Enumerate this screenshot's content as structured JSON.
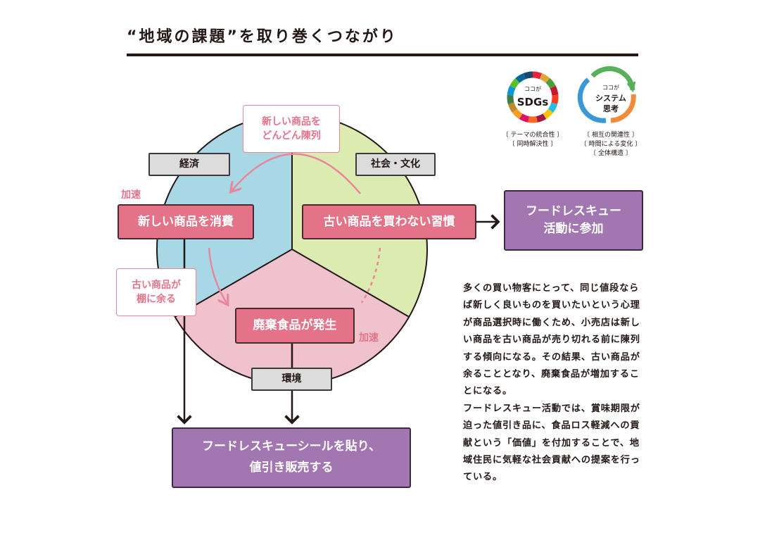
{
  "title": "“地域の課題”を取り巻くつながり",
  "boxes": {
    "consume_new": "新しい商品を消費",
    "habit": "古い商品を買わない習慣",
    "waste": "廃棄食品が発生",
    "food_rescue_join": "フードレスキュー\n活動に参加",
    "sticker_sale": "フードレスキューシールを貼り、\n値引き販売する"
  },
  "notes": {
    "display_new": "新しい商品を\nどんどん陳列",
    "old_left": "古い商品が\n棚に余る"
  },
  "categories": {
    "economy": "経済",
    "society": "社会・文化",
    "environment": "環境"
  },
  "accel_labels": [
    "加速",
    "加速"
  ],
  "logos": {
    "sdgs": {
      "small_label": "ココが",
      "main_label": "SDGs",
      "captions": [
        "〔 テーマの統合性 〕",
        "〔 同時解決性 〕"
      ]
    },
    "system": {
      "small_label": "ココが",
      "main_label_1": "システム",
      "main_label_2": "思考",
      "captions": [
        "〔 相互の関連性 〕",
        "〔 時間による変化 〕",
        "〔 全体構造 〕"
      ]
    }
  },
  "body_text": [
    "多くの買い物客にとって、同じ値段ならば新しく良いものを買いたいという心理が商品選択時に働くため、小売店は新しい商品を古い商品が売り切れる前に陳列する傾向になる。その結果、古い商品が余ることとなり、廃棄食品が増加することになる。",
    "フードレスキュー活動では、賞味期限が迫った値引き品に、食品ロス軽減への貢献という「価値」を付加することで、地域住民に気軽な社会貢献への提案を行っている。"
  ],
  "colors": {
    "economy_sector": "#a8d8e6",
    "society_sector": "#dcebb0",
    "environment_sector": "#f0c2cd",
    "red_box": "#e4738a",
    "purple_box": "#a276b1",
    "pink_accent": "#e8879b",
    "ink": "#231815"
  }
}
